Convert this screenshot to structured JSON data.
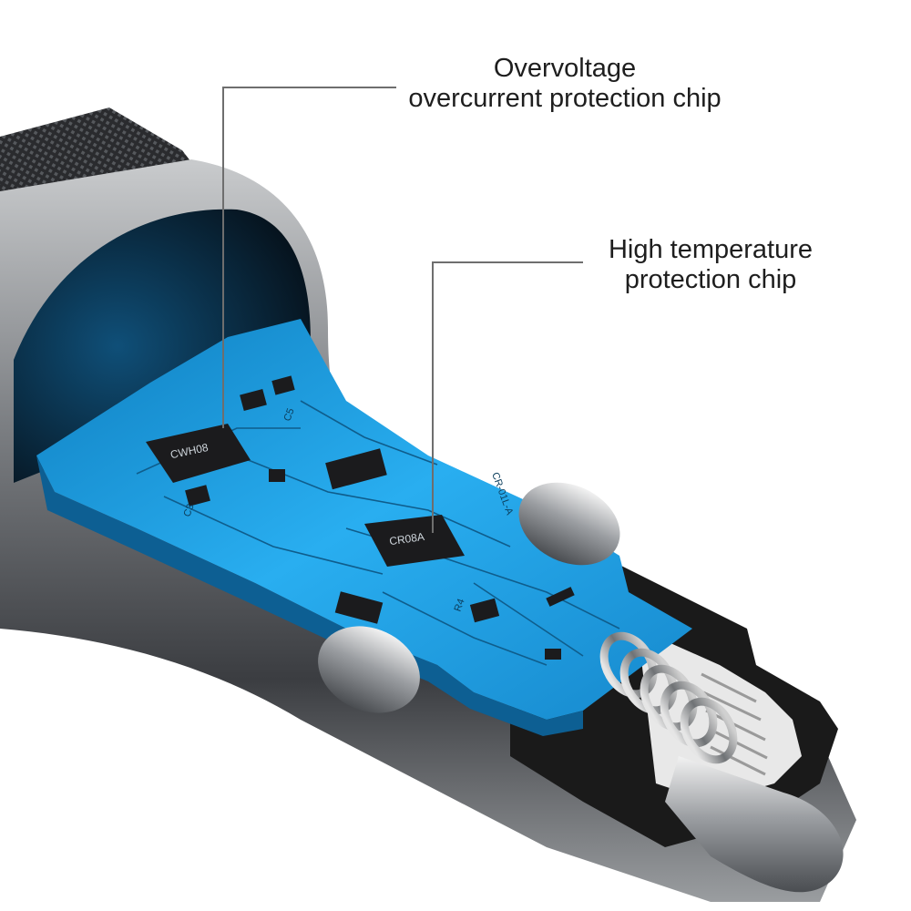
{
  "callouts": {
    "overvoltage": {
      "line1": "Overvoltage",
      "line2": "overcurrent protection chip"
    },
    "temperature": {
      "line1": "High temperature",
      "line2": "protection chip"
    }
  },
  "chips": {
    "overvoltage_chip": "CWH08",
    "temperature_chip": "CR08A"
  },
  "board": {
    "model_mark": "CR-01L-A",
    "component_marks": [
      "C5",
      "C3",
      "R4"
    ]
  },
  "colors": {
    "board": "#1f9ede",
    "board_dark": "#0d5f93",
    "chip": "#1b1b1d",
    "metal": "#8a8d90",
    "metal_dark": "#3a3c3f",
    "leader_line": "#6e6e6e",
    "text": "#1e1e1e"
  }
}
